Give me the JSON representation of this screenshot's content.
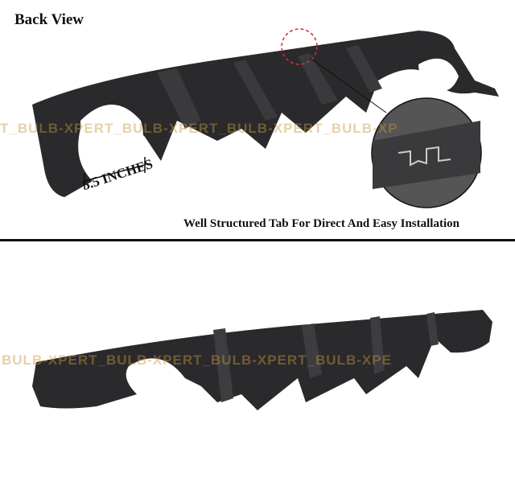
{
  "top_panel": {
    "title": "Back View",
    "measurement": "5.5 INCHES",
    "caption": "Well Structured Tab For Direct And Easy Installation"
  },
  "watermark": "T_BULB-XPERT_BULB-XPERT_BULB-XPERT_BULB-XP",
  "watermark_bottom": "BULB-XPERT_BULB-XPERT_BULB-XPERT_BULB-XPE",
  "colors": {
    "part": "#2a2a2c",
    "highlight_circle": "#d0303a",
    "watermark": "#c8963c"
  }
}
